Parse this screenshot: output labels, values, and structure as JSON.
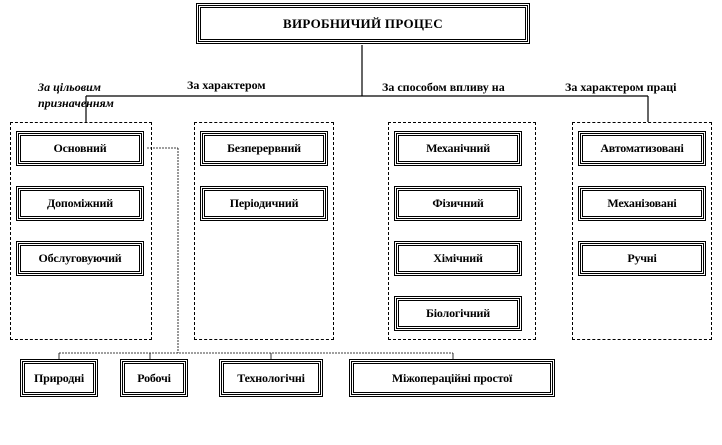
{
  "title": "ВИРОБНИЧИЙ ПРОЦЕС",
  "categories": [
    {
      "label_line1": "За цільовим",
      "label_line2": "призначенням"
    },
    {
      "label": "За характером"
    },
    {
      "label": "За способом впливу на"
    },
    {
      "label": "За характером  праці"
    }
  ],
  "groups": [
    {
      "items": [
        "Основний",
        "Допоміжний",
        "Обслуговуючий"
      ]
    },
    {
      "items": [
        "Безперервний",
        "Періодичний"
      ]
    },
    {
      "items": [
        "Механічний",
        "Фізичний",
        "Хімічний",
        "Біологічний"
      ]
    },
    {
      "items": [
        "Автоматизовані",
        "Механізовані",
        "Ручні"
      ]
    }
  ],
  "bottom_items": [
    "Природні",
    "Робочі",
    "Технологічні",
    "Міжопераційні  простої"
  ]
}
